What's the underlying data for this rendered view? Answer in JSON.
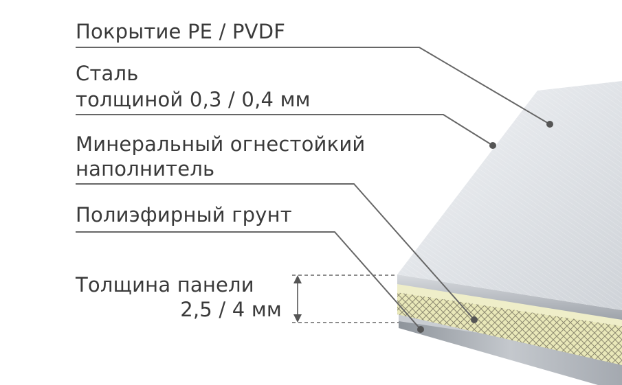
{
  "labels": {
    "coating": "Покрытие PE / PVDF",
    "steel_line1": "Сталь",
    "steel_line2": "толщиной 0,3 / 0,4 мм",
    "filler_line1": "Минеральный огнестойкий",
    "filler_line2": "наполнитель",
    "primer": "Полиэфирный грунт",
    "thickness_line1": "Толщина панели",
    "thickness_line2": "2,5 / 4 мм"
  },
  "colors": {
    "text": "#3a3a3a",
    "leader_line": "#666666",
    "steel_light": "#e9ebee",
    "steel_dark": "#b9bec5",
    "filler": "#e9e8b9",
    "filler_mesh": "#8f8c72",
    "bottom_sheet": "#a9aeb5"
  }
}
